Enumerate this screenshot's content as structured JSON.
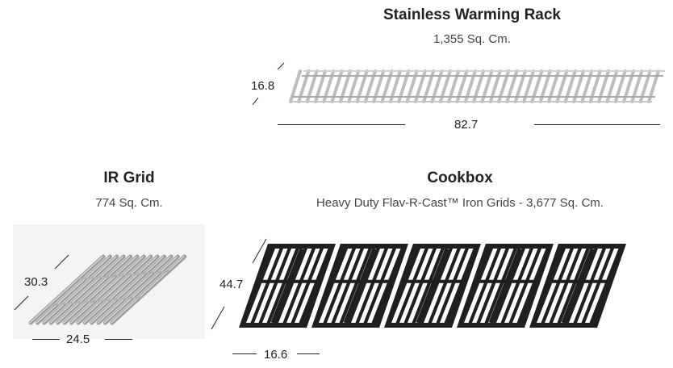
{
  "warming_rack": {
    "title": "Stainless Warming Rack",
    "area": "1,355 Sq. Cm.",
    "depth": "16.8",
    "width": "82.7"
  },
  "ir_grid": {
    "title": "IR Grid",
    "area": "774 Sq. Cm.",
    "depth": "30.3",
    "width": "24.5"
  },
  "cookbox": {
    "title": "Cookbox",
    "description": "Heavy Duty Flav-R-Cast™ Iron Grids - 3,677 Sq. Cm.",
    "depth": "44.7",
    "width": "16.6",
    "grid_count": 5
  },
  "colors": {
    "stainless": "#cfcfcf",
    "cast_iron": "#1f1f1f",
    "text": "#222222"
  }
}
